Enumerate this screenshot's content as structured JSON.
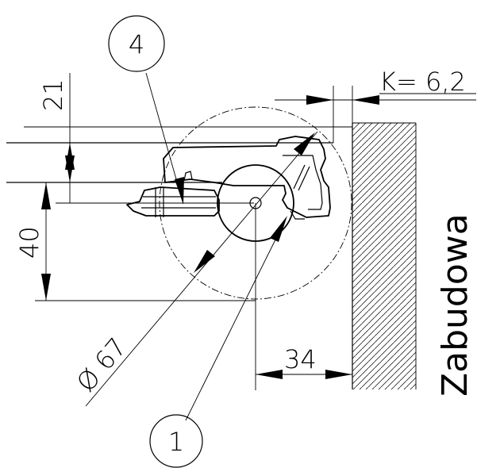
{
  "callouts": [
    {
      "label": "4"
    },
    {
      "label": "1"
    }
  ],
  "dimensions": {
    "k_value": "K=  6,2",
    "height_21": "21",
    "height_40": "40",
    "diameter": "Ø 67",
    "distance_34": "34"
  },
  "wall": {
    "label": "Zabudowa"
  }
}
